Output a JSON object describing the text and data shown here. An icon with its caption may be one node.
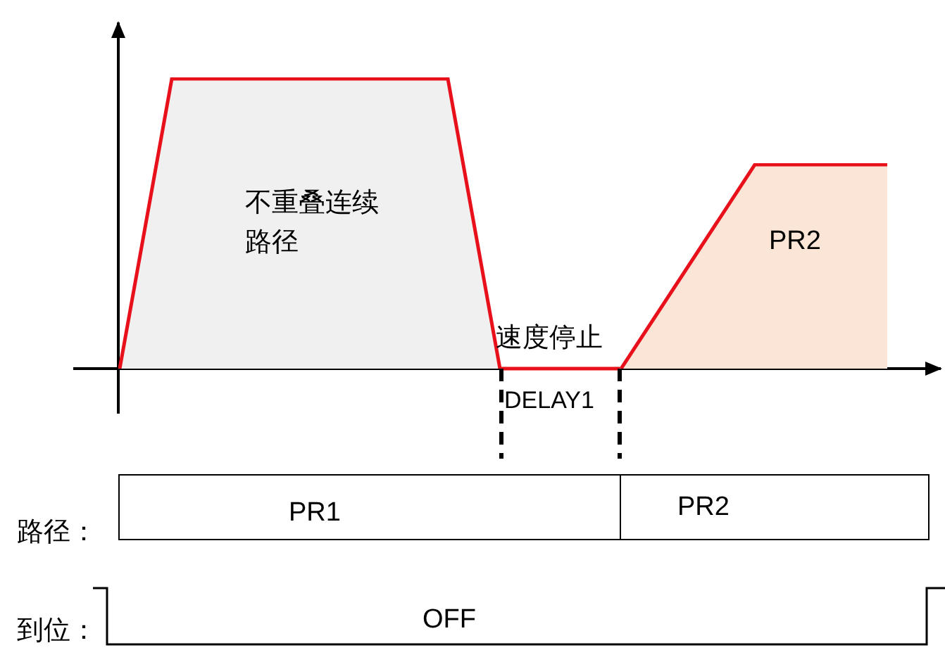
{
  "diagram": {
    "nodes": [
      {
        "text": [
          "不重叠连续路径"
        ]
      },
      {
        "text": [
          "PR2"
        ]
      },
      {
        "text": [
          "PR1"
        ]
      },
      {
        "text": [
          "PR2"
        ]
      }
    ],
    "labels": [
      "速度停止",
      "DELAY1",
      "路径：",
      "到位：",
      "OFF"
    ]
  }
}
